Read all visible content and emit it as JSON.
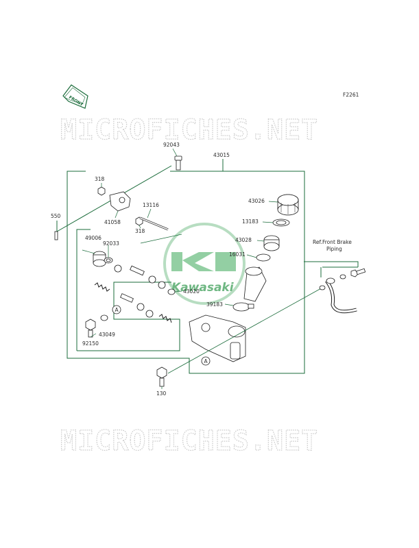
{
  "diagram": {
    "figure_code": "F2261",
    "front_arrow_label": "FRONT",
    "brand_logo": "Kawasaki",
    "watermark": "MICROFICHES.NET",
    "colors": {
      "frame": "#1a6b3a",
      "leader": "#1a6b3a",
      "part_outline": "#1a1a1a",
      "watermark": "#c9c9c9",
      "logo": "#3fa05a"
    },
    "callouts": {
      "p92043": "92043",
      "p43015": "43015",
      "p318a": "318",
      "p550": "550",
      "p41058": "41058",
      "p318b": "318",
      "p13116": "13116",
      "p43026": "43026",
      "p13183": "13183",
      "p49006": "49006",
      "p92033": "92033",
      "p43028": "43028",
      "ref_line1": "Ref.Front Brake",
      "ref_line2": "Piping",
      "p16031": "16031",
      "p43020": "43020",
      "p39183": "39183",
      "markA1": "A",
      "markA2": "A",
      "p43049": "43049",
      "p92150": "92150",
      "p130": "130"
    }
  }
}
